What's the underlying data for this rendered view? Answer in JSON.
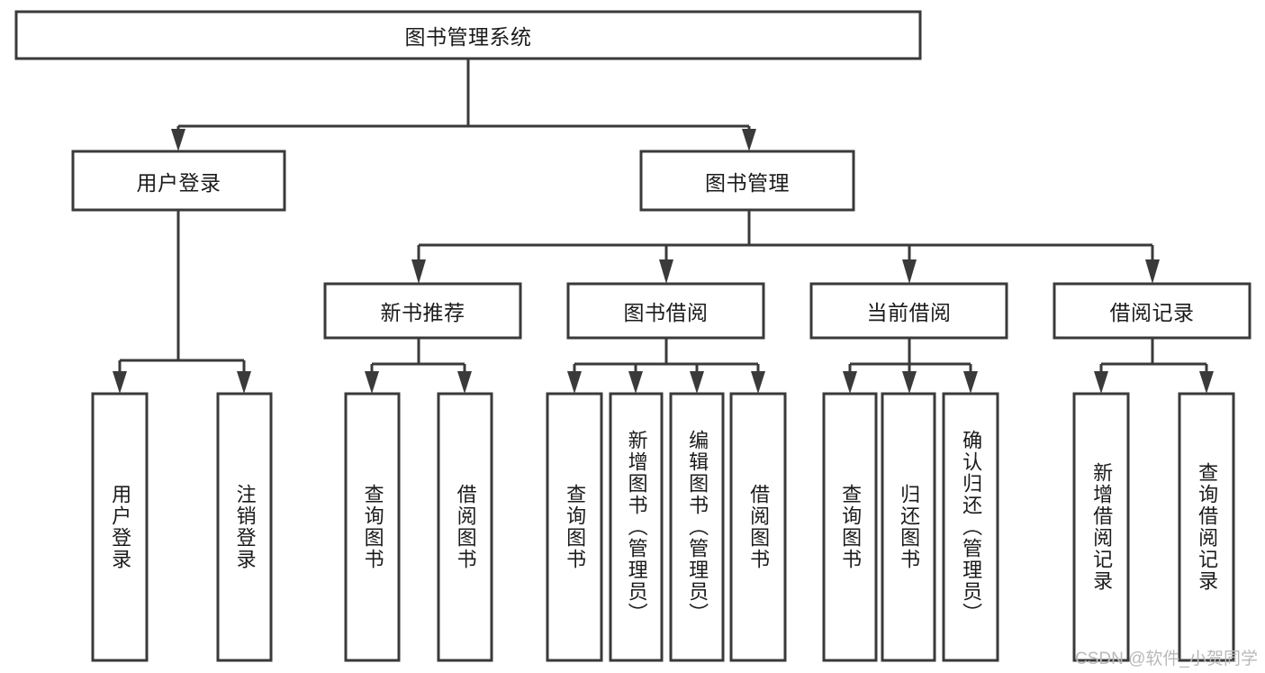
{
  "diagram": {
    "title": "图书管理系统",
    "type": "hierarchy-tree",
    "colors": {
      "stroke": "#3a3a3a",
      "fill": "#ffffff",
      "text": "#1b1b1b",
      "watermark": "#b9b9b9",
      "background": "#ffffff"
    },
    "root": {
      "label": "图书管理系统"
    },
    "level2": [
      {
        "label": "用户登录"
      },
      {
        "label": "图书管理"
      }
    ],
    "level3": [
      {
        "label": "新书推荐"
      },
      {
        "label": "图书借阅"
      },
      {
        "label": "当前借阅"
      },
      {
        "label": "借阅记录"
      }
    ],
    "leaves": {
      "user_login": [
        {
          "label": "用户登录"
        },
        {
          "label": "注销登录"
        }
      ],
      "new_book_recommend": [
        {
          "label": "查询图书"
        },
        {
          "label": "借阅图书"
        }
      ],
      "book_borrow": [
        {
          "label": "查询图书"
        },
        {
          "label": "新增图书（管理员）"
        },
        {
          "label": "编辑图书（管理员）"
        },
        {
          "label": "借阅图书"
        }
      ],
      "current_borrow": [
        {
          "label": "查询图书"
        },
        {
          "label": "归还图书"
        },
        {
          "label": "确认归还（管理员）"
        }
      ],
      "borrow_record": [
        {
          "label": "新增借阅记录"
        },
        {
          "label": "查询借阅记录"
        }
      ]
    },
    "watermark": "CSDN @软件_小贺同学"
  }
}
